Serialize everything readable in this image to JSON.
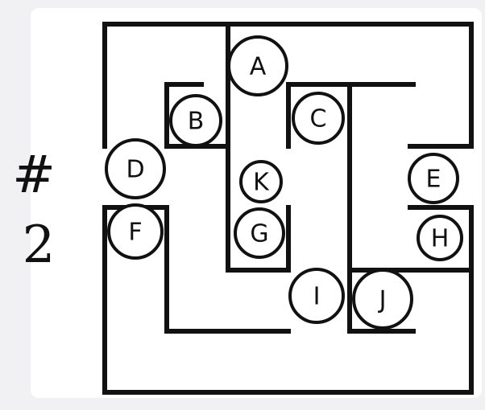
{
  "diagram": {
    "title_mark": "#",
    "title_number": "2",
    "nodes": [
      {
        "id": "A",
        "label": "A"
      },
      {
        "id": "B",
        "label": "B"
      },
      {
        "id": "C",
        "label": "C"
      },
      {
        "id": "D",
        "label": "D"
      },
      {
        "id": "E",
        "label": "E"
      },
      {
        "id": "F",
        "label": "F"
      },
      {
        "id": "G",
        "label": "G"
      },
      {
        "id": "H",
        "label": "H"
      },
      {
        "id": "I",
        "label": "I"
      },
      {
        "id": "J",
        "label": "J"
      },
      {
        "id": "K",
        "label": "K"
      }
    ]
  },
  "colors": {
    "ink": "#111111",
    "paper": "#ffffff",
    "background": "#f1f1f3"
  }
}
